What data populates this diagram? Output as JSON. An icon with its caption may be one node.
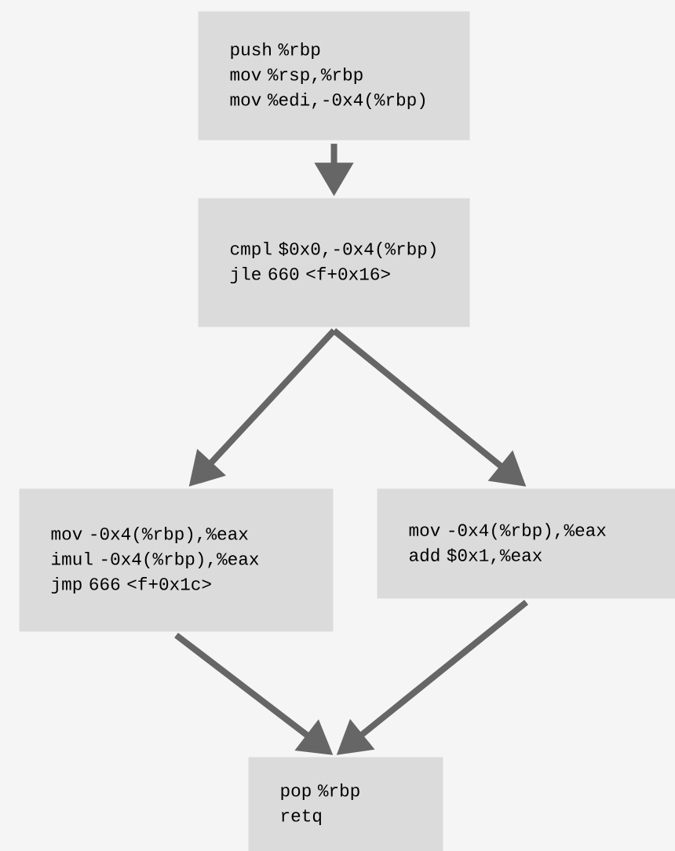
{
  "diagram": {
    "nodes": [
      {
        "text": [
          "push %rbp",
          "mov %rsp,%rbp",
          "mov %edi,-0x4(%rbp)"
        ]
      },
      {
        "text": [
          "cmpl $0x0,-0x4(%rbp)",
          "jle 660 <f+0x16>"
        ]
      },
      {
        "text": [
          "mov -0x4(%rbp),%eax",
          "imul -0x4(%rbp),%eax",
          "jmp 666 <f+0x1c>"
        ]
      },
      {
        "text": [
          "mov -0x4(%rbp),%eax",
          "add $0x1,%eax"
        ]
      },
      {
        "text": [
          "pop %rbp",
          "retq"
        ]
      }
    ],
    "edges": [
      {
        "from": 0,
        "to": 1,
        "arrow": "to"
      },
      {
        "from": 1,
        "to": 2,
        "arrow": "to"
      },
      {
        "from": 1,
        "to": 3,
        "arrow": "to"
      },
      {
        "from": 2,
        "to": 4,
        "arrow": "to"
      },
      {
        "from": 3,
        "to": 4,
        "arrow": "to"
      }
    ]
  }
}
